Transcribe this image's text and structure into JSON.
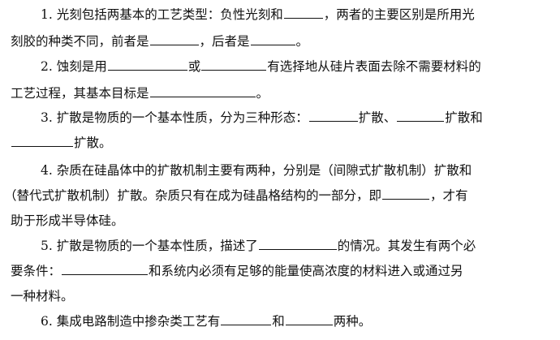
{
  "q1": {
    "line1_a": "1. 光刻包括两基本的工艺类型：负性光刻和",
    "line1_b": "，两者的主要区别是所用光",
    "line2_a": "刻胶的种类不同，前者是",
    "line2_b": "，后者是",
    "line2_c": "。"
  },
  "q2": {
    "line1_a": "2. 蚀刻是用",
    "line1_b": "或",
    "line1_c": "有选择地从硅片表面去除不需要材料的",
    "line2_a": "工艺过程，其基本目标是",
    "line2_b": "。"
  },
  "q3": {
    "line1_a": "3. 扩散是物质的一个基本性质，分为三种形态：",
    "line1_b": "扩散、",
    "line1_c": "扩散和",
    "line2_a": "扩散。"
  },
  "q4": {
    "line1": "4. 杂质在硅晶体中的扩散机制主要有两种，分别是（间隙式扩散机制）扩散和",
    "line2_a": "（替代式扩散机制）扩散。杂质只有在成为硅晶格结构的一部分，即",
    "line2_b": "，才有",
    "line3": "助于形成半导体硅。"
  },
  "q5": {
    "line1_a": "5. 扩散是物质的一个基本性质，描述了",
    "line1_b": "的情况。其发生有两个必",
    "line2_a": "要条件：",
    "line2_b": "和系统内必须有足够的能量使高浓度的材料进入或通过另",
    "line3": "一种材料。"
  },
  "q6": {
    "line1_a": "6. 集成电路制造中掺杂类工艺有",
    "line1_b": "和",
    "line1_c": "两种。"
  }
}
